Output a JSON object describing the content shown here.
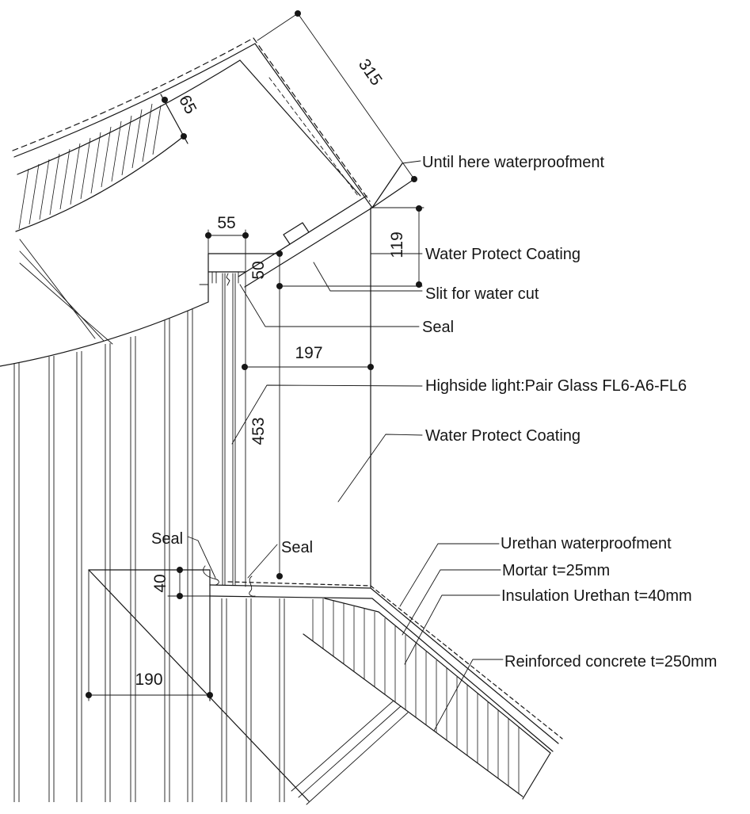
{
  "drawing": {
    "type": "architectural-section-detail-highside-light",
    "annotations": {
      "until_here_waterproofment": "Until here waterproofment",
      "water_protect_coating_upper": "Water Protect Coating",
      "slit_for_water_cut": "Slit for water cut",
      "seal_upper": "Seal",
      "highside_light": "Highside light:Pair Glass FL6-A6-FL6",
      "water_protect_coating_lower": "Water Protect Coating",
      "urethan_waterproofment": "Urethan waterproofment",
      "mortar": "Mortar t=25mm",
      "insulation_urethan": "Insulation Urethan t=40mm",
      "reinforced_concrete": "Reinforced concrete t=250mm",
      "seal_sill_left": "Seal",
      "seal_sill_right": "Seal"
    },
    "dimensions_mm": {
      "roof_band_length": "315",
      "roof_slab_thickness": "65",
      "head_frame_width": "55",
      "head_frame_height": "50",
      "upstand_top_height": "119",
      "opening_width": "197",
      "glazing_height": "453",
      "sill_upstand_height": "40",
      "parapet_width": "190"
    },
    "colors": {
      "ink": "#161616",
      "paper": "#ffffff"
    }
  }
}
